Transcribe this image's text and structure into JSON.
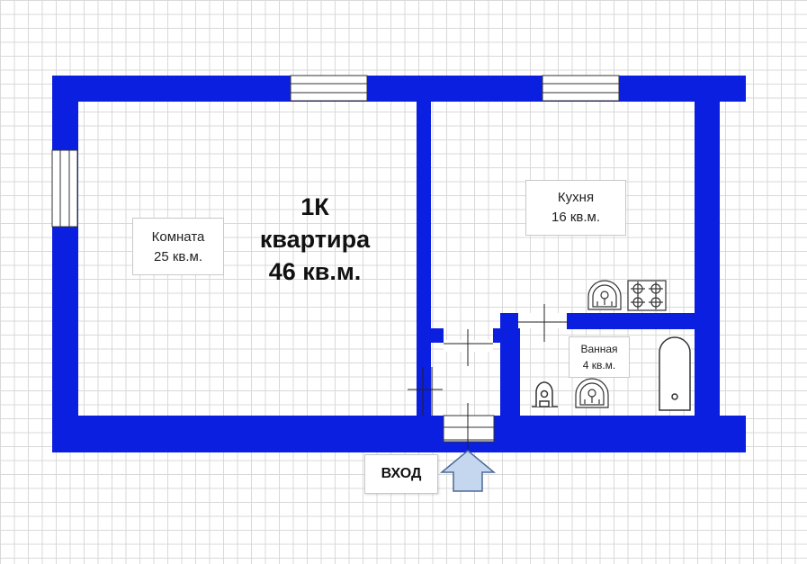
{
  "plan": {
    "title": [
      "1К",
      "квартира",
      "46 кв.м."
    ],
    "rooms": [
      {
        "name": "Комната",
        "area": "25 кв.м."
      },
      {
        "name": "Кухня",
        "area": "16 кв.м."
      },
      {
        "name": "Ванная",
        "area": "4 кв.м."
      }
    ],
    "entrance": "ВХОД"
  },
  "colors": {
    "wall": "#0b1fe0",
    "grid": "#d9d9d9",
    "arrow_fill": "#c5d7ee",
    "arrow_stroke": "#4a6a98",
    "fixture_stroke": "#333333"
  },
  "icons": [
    "window-icon",
    "door-icon",
    "sink-icon",
    "stove-icon",
    "toilet-icon",
    "bathtub-icon",
    "entrance-arrow-icon"
  ]
}
